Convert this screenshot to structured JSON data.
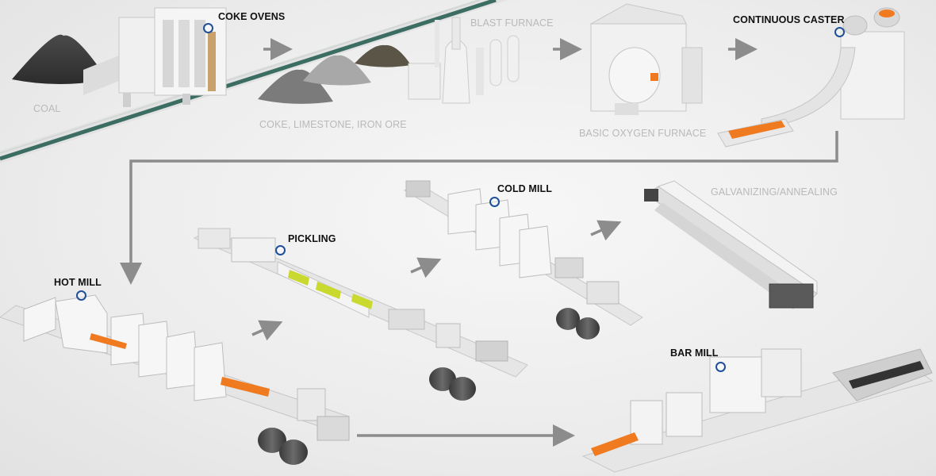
{
  "labels": {
    "coke_ovens": "COKE OVENS",
    "blast_furnace": "BLAST FURNACE",
    "continuous_caster": "CONTINUOUS CASTER",
    "coal": "COAL",
    "coke_limestone_iron_ore": "COKE, LIMESTONE, IRON ORE",
    "basic_oxygen_furnace": "BASIC OXYGEN FURNACE",
    "cold_mill": "COLD MILL",
    "galvanizing_annealing": "GALVANIZING/ANNEALING",
    "pickling": "PICKLING",
    "hot_mill": "HOT MILL",
    "bar_mill": "BAR MILL"
  },
  "hotspots": [
    "coke ovens",
    "continuous caster",
    "cold mill",
    "pickling",
    "hot mill",
    "bar mill"
  ],
  "colors": {
    "hotspot_ring": "#1f4f9a",
    "flow_line": "#8c8c8c",
    "hot_steel": "#f07a1f",
    "pickling_acid": "#c9d930",
    "machine": "#f4f4f4",
    "coil": "#4a4a4a",
    "active_label": "#111111",
    "inactive_label": "#b9b9b9"
  }
}
